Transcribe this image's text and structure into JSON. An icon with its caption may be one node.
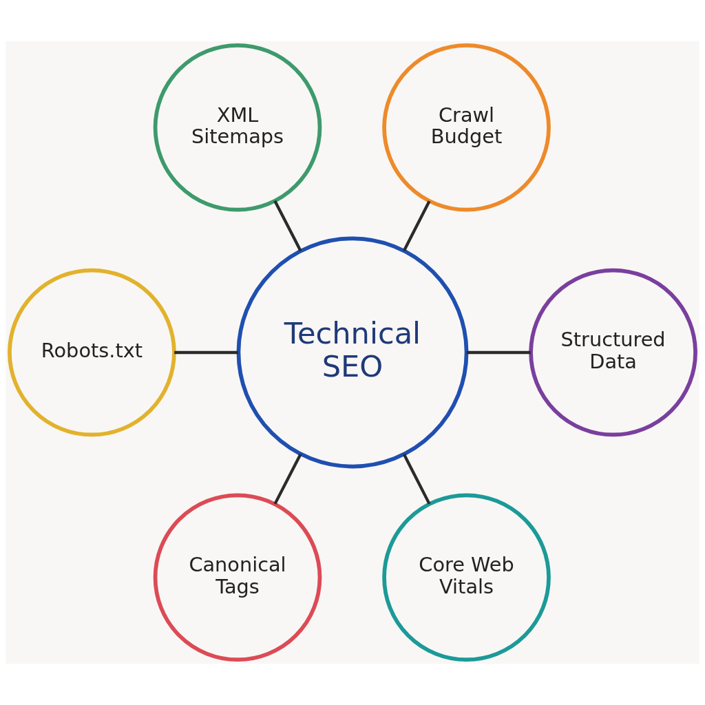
{
  "diagram": {
    "nodes": [
      {
        "text": [
          "XML Sitemaps"
        ]
      },
      {
        "text": [
          "Crawl Budget"
        ]
      },
      {
        "text": [
          "Robots.txt"
        ]
      },
      {
        "text": [
          "Technical SEO"
        ]
      },
      {
        "text": [
          "Structured Data"
        ]
      },
      {
        "text": [
          "Canonical Tags"
        ]
      },
      {
        "text": [
          "Core Web Vitals"
        ]
      }
    ],
    "edges": [
      {
        "from": 3,
        "to": 0,
        "arrow": "none"
      },
      {
        "from": 3,
        "to": 1,
        "arrow": "none"
      },
      {
        "from": 3,
        "to": 2,
        "arrow": "none"
      },
      {
        "from": 3,
        "to": 4,
        "arrow": "none"
      },
      {
        "from": 3,
        "to": 5,
        "arrow": "none"
      },
      {
        "from": 3,
        "to": 6,
        "arrow": "none"
      }
    ]
  }
}
